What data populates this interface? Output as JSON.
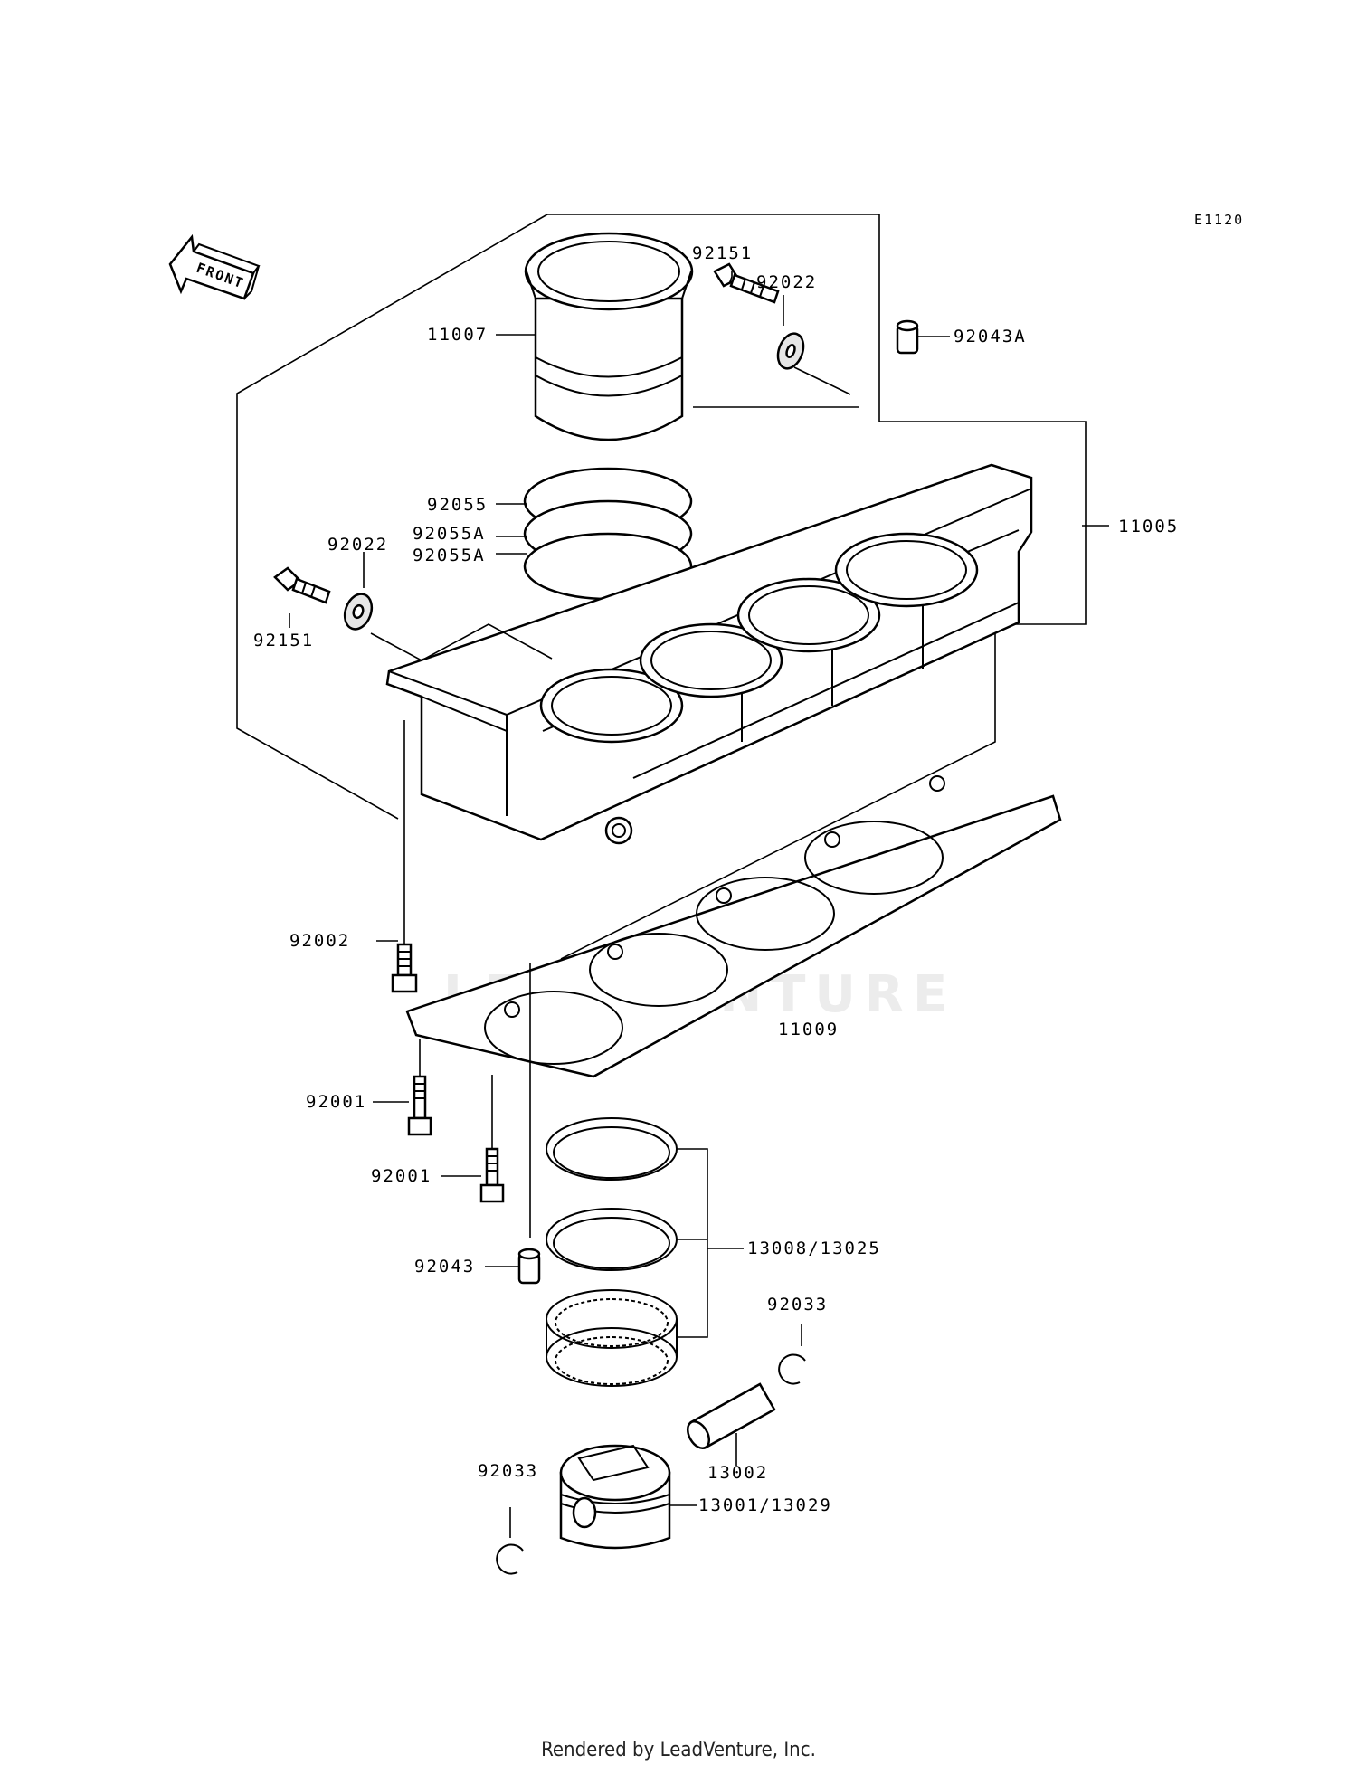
{
  "diagram": {
    "code": "E1120",
    "front_label": "FRONT",
    "watermark": "LEADVENTURE",
    "callouts": [
      {
        "id": "c1",
        "text": "92151"
      },
      {
        "id": "c2",
        "text": "92022"
      },
      {
        "id": "c3",
        "text": "92043A"
      },
      {
        "id": "c4",
        "text": "11007"
      },
      {
        "id": "c5",
        "text": "11005"
      },
      {
        "id": "c6",
        "text": "92055"
      },
      {
        "id": "c7",
        "text": "92055A"
      },
      {
        "id": "c8",
        "text": "92055A"
      },
      {
        "id": "c9",
        "text": "92022"
      },
      {
        "id": "c10",
        "text": "92151"
      },
      {
        "id": "c11",
        "text": "92002"
      },
      {
        "id": "c12",
        "text": "11009"
      },
      {
        "id": "c13",
        "text": "92001"
      },
      {
        "id": "c14",
        "text": "92001"
      },
      {
        "id": "c15",
        "text": "13008/13025"
      },
      {
        "id": "c16",
        "text": "92043"
      },
      {
        "id": "c17",
        "text": "92033"
      },
      {
        "id": "c18",
        "text": "13002"
      },
      {
        "id": "c19",
        "text": "92033"
      },
      {
        "id": "c20",
        "text": "13001/13029"
      }
    ]
  },
  "footer": {
    "text": "Rendered by LeadVenture, Inc."
  }
}
